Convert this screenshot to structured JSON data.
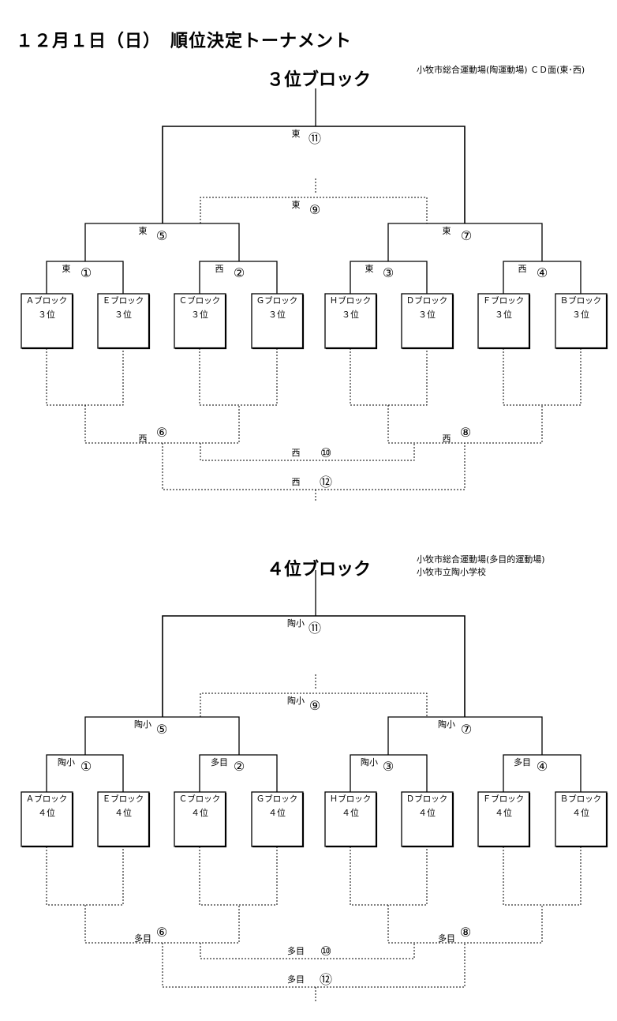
{
  "title": "１２月１日（日）　順位決定トーナメント",
  "sections": [
    {
      "heading": "３位ブロック",
      "venue_lines": [
        "小牧市総合運動場(陶運動場) ＣＤ面(東･西)"
      ],
      "rank_label": "３位",
      "teams": [
        "Ａブロック",
        "Ｅブロック",
        "Ｃブロック",
        "Ｇブロック",
        "Ｈブロック",
        "Ｄブロック",
        "Ｆブロック",
        "Ｂブロック"
      ],
      "matches": [
        {
          "id": "m1",
          "num": "①",
          "venue": "東"
        },
        {
          "id": "m2",
          "num": "②",
          "venue": "西"
        },
        {
          "id": "m3",
          "num": "③",
          "venue": "東"
        },
        {
          "id": "m4",
          "num": "④",
          "venue": "西"
        },
        {
          "id": "m5",
          "num": "⑤",
          "venue": "東"
        },
        {
          "id": "m6",
          "num": "⑥",
          "venue": "西"
        },
        {
          "id": "m7",
          "num": "⑦",
          "venue": "東"
        },
        {
          "id": "m8",
          "num": "⑧",
          "venue": "西"
        },
        {
          "id": "m9",
          "num": "⑨",
          "venue": "東"
        },
        {
          "id": "m10",
          "num": "⑩",
          "venue": "西"
        },
        {
          "id": "m11",
          "num": "⑪",
          "venue": "東"
        },
        {
          "id": "m12",
          "num": "⑫",
          "venue": "西"
        }
      ]
    },
    {
      "heading": "４位ブロック",
      "venue_lines": [
        "小牧市総合運動場(多目的運動場)",
        "小牧市立陶小学校"
      ],
      "rank_label": "４位",
      "teams": [
        "Ａブロック",
        "Ｅブロック",
        "Ｃブロック",
        "Ｇブロック",
        "Ｈブロック",
        "Ｄブロック",
        "Ｆブロック",
        "Ｂブロック"
      ],
      "matches": [
        {
          "id": "m1",
          "num": "①",
          "venue": "陶小"
        },
        {
          "id": "m2",
          "num": "②",
          "venue": "多目"
        },
        {
          "id": "m3",
          "num": "③",
          "venue": "陶小"
        },
        {
          "id": "m4",
          "num": "④",
          "venue": "多目"
        },
        {
          "id": "m5",
          "num": "⑤",
          "venue": "陶小"
        },
        {
          "id": "m6",
          "num": "⑥",
          "venue": "多目"
        },
        {
          "id": "m7",
          "num": "⑦",
          "venue": "陶小"
        },
        {
          "id": "m8",
          "num": "⑧",
          "venue": "多目"
        },
        {
          "id": "m9",
          "num": "⑨",
          "venue": "陶小"
        },
        {
          "id": "m10",
          "num": "⑩",
          "venue": "多目"
        },
        {
          "id": "m11",
          "num": "⑪",
          "venue": "陶小"
        },
        {
          "id": "m12",
          "num": "⑫",
          "venue": "多目"
        }
      ]
    }
  ]
}
